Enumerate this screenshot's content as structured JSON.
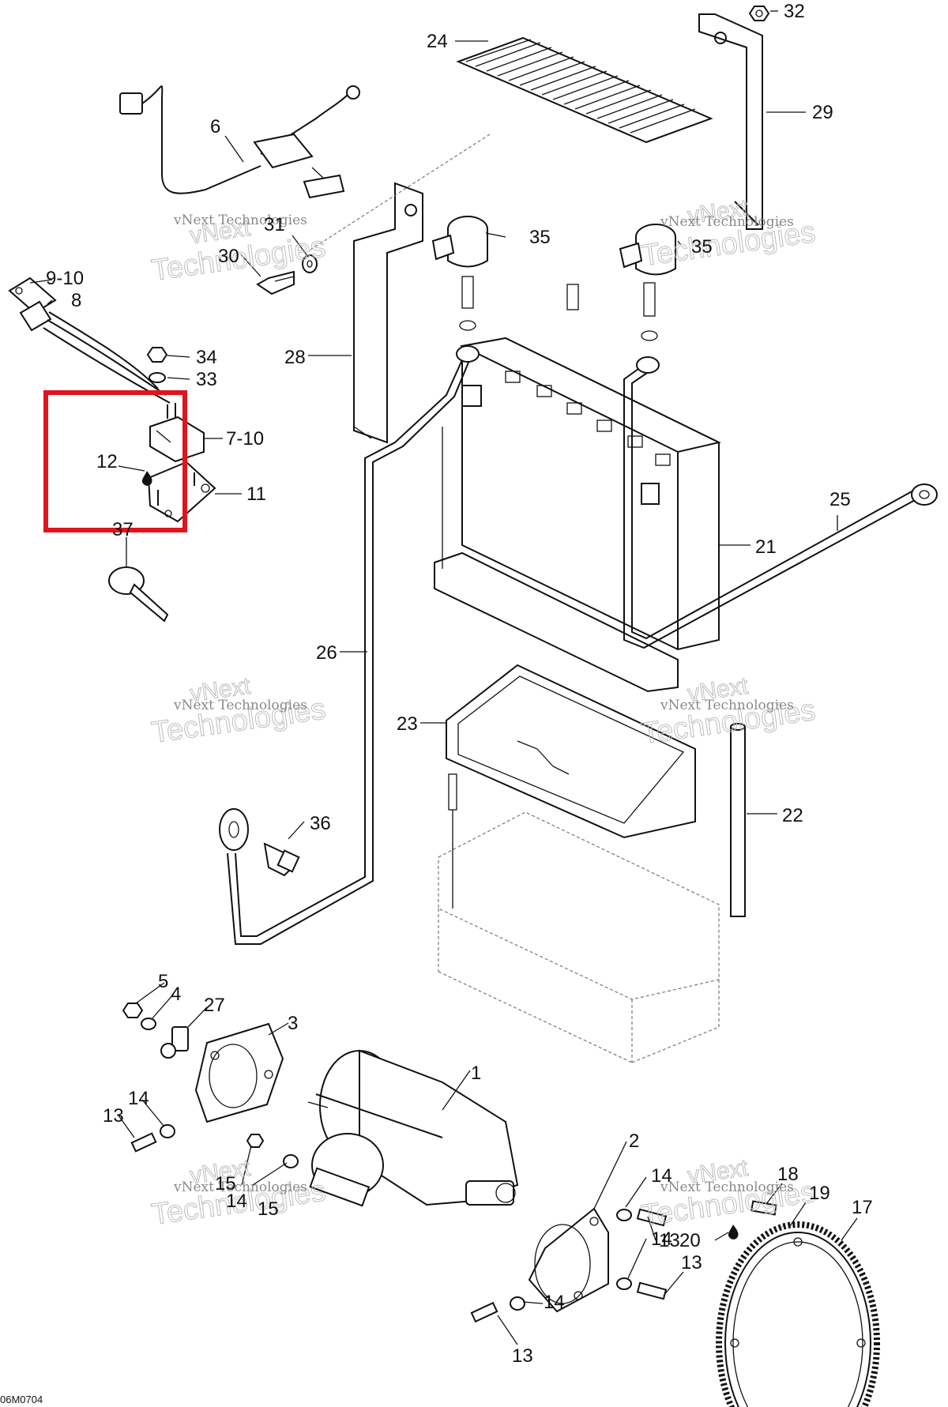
{
  "diagram": {
    "drawing_code": "06M0704",
    "highlight_color": "#e0141e",
    "watermark": {
      "line1": "vNext",
      "line2": "Technologies",
      "small": "vNext Technologies"
    },
    "callouts": {
      "c1": "1",
      "c2": "2",
      "c3": "3",
      "c4": "4",
      "c5": "5",
      "c6": "6",
      "c7_10": "7-10",
      "c8": "8",
      "c9_10": "9-10",
      "c11": "11",
      "c12": "12",
      "c13a": "13",
      "c13b": "13",
      "c13c": "13",
      "c13d": "13",
      "c14a": "14",
      "c14b": "14",
      "c14c": "14",
      "c14d": "14",
      "c14e": "14",
      "c15a": "15",
      "c15b": "15",
      "c17": "17",
      "c18": "18",
      "c19": "19",
      "c20": "20",
      "c21": "21",
      "c22": "22",
      "c23": "23",
      "c24": "24",
      "c25": "25",
      "c26": "26",
      "c27": "27",
      "c28": "28",
      "c29": "29",
      "c30": "30",
      "c31": "31",
      "c32": "32",
      "c33": "33",
      "c34": "34",
      "c35a": "35",
      "c35b": "35",
      "c36": "36",
      "c37": "37"
    }
  }
}
